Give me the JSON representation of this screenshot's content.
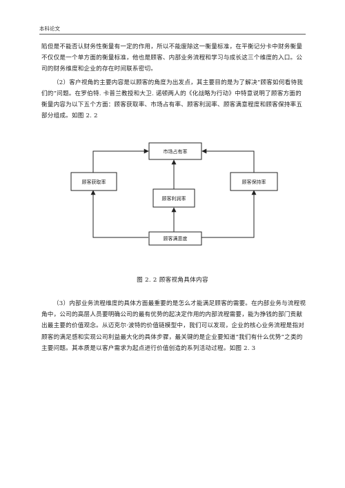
{
  "header": {
    "text": "本科论文"
  },
  "paragraphs": {
    "p1": "陷但是不能否认财务性衡量有一定的作用，所以不能废除这一衡量标准，在平衡记分卡中财务衡量不仅仅是一个单方面的衡量标准，他也是顾客、内部业务流程和学习与成长这三个维度的入口。公司的财务维度和企业的存在时间联系密切。",
    "p2": "（2）客户视角的主要内容是以顾客的角度为出发点，其主要目的是为了解决“顾客如何看待我们的”问题。在罗伯特. 卡普兰教授和大卫. 诺顿两人的《化战略为行动》中特意说明了顾客方面的衡量内容为以下五个方面：顾客获取率、市场占有率、顾客利润率、顾客满意程度和顾客保持率五部分组成。如图 2. 2",
    "p3": "（3）内部业务流程维度的具体方面最重要的是怎么才能满足顾客的需要。在内部业务与流程视角中，公司的高层人员要明确公司的最有优势的起决定作用的内部流程需要，能为挣钱的部门贡献出最主要的价值观念。从迈克尔·波特的价值链模型中，我们可以发现，企业的核心业务流程是指对顾客的满足感和实现公司利益最大化的具体步骤，最关键的是企业要知道“我们有什么优势”之类的主要问题。其本质是以客户需求为起点进行价值创造的系列活动过程。如图 2. 3"
  },
  "diagram": {
    "market_share": "市场占有率",
    "acquisition": "顾客获取率",
    "profitability": "顾客利润率",
    "retention": "顾客保持率",
    "satisfaction": "顾客满意度"
  },
  "figure_caption": "图 2. 2 顾客视角具体内容"
}
